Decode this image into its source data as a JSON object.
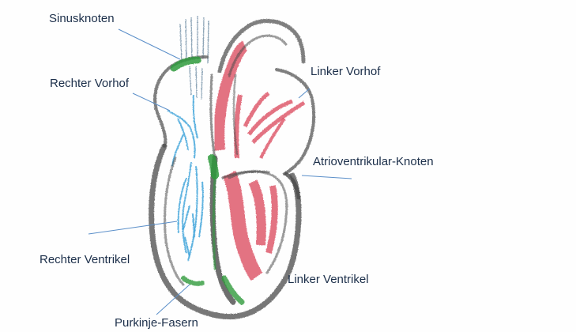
{
  "labels": {
    "sinusknoten": "Sinusknoten",
    "rechter_vorhof": "Rechter Vorhof",
    "linker_vorhof": "Linker Vorhof",
    "av_knoten": "Atrioventrikular-Knoten",
    "rechter_ventrikel": "Rechter Ventrikel",
    "linker_ventrikel": "Linker Ventrikel",
    "purkinje": "Purkinje-Fasern"
  },
  "colors": {
    "outline": "#4a4a4a",
    "venous_blue": "#3aa0d8",
    "arterial_red": "#d9435a",
    "conduction_green": "#2f9a3c",
    "pointer_line": "#5b8fc9",
    "label_text": "#1c2f4a"
  }
}
